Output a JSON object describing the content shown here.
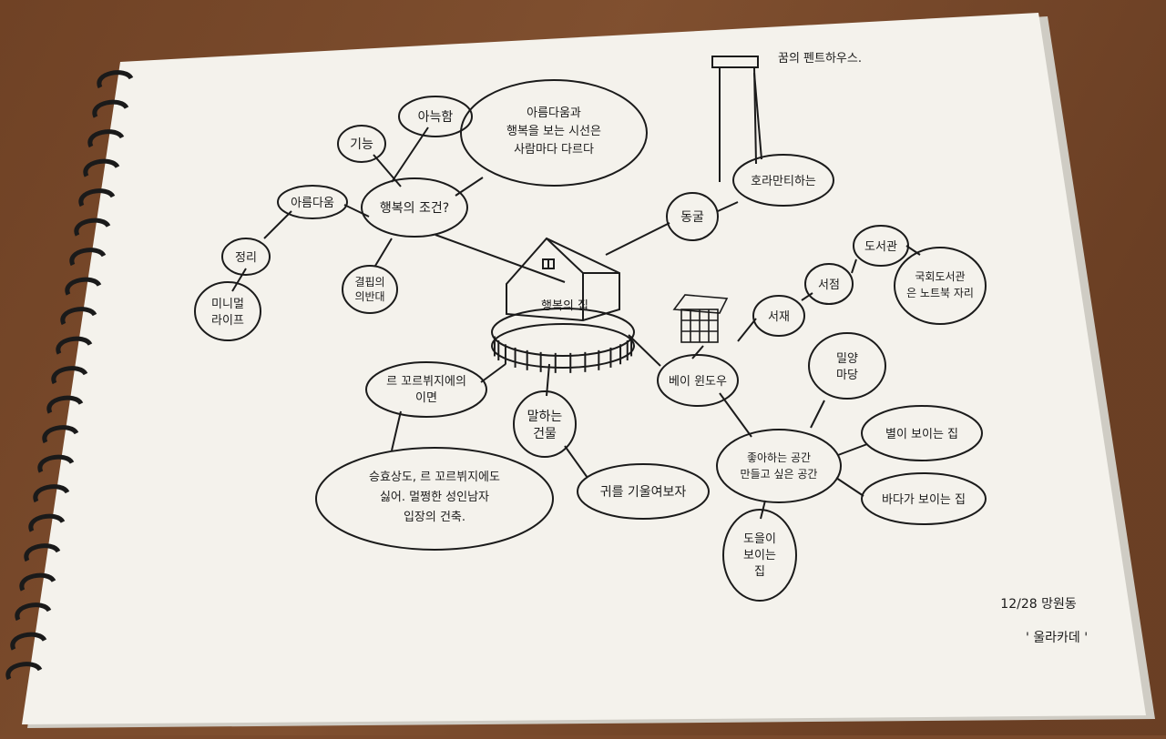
{
  "scene": {
    "table_color": "#7a4a2c",
    "paper_color": "#f4f2ec",
    "ink_color": "#1b1b1b",
    "spiral_color": "#1a1a1a"
  },
  "mindmap": {
    "center": "행복의 집",
    "nodes": {
      "happiness": "행복의 조건?",
      "comfort": "아늑함",
      "function": "기능",
      "beauty": "아름다움",
      "beauty_note_1": "아름다움과",
      "beauty_note_2": "행복을 보는 시선은",
      "beauty_note_3": "사람마다 다르다",
      "organize": "정리",
      "minimal_1": "미니멀",
      "minimal_2": "라이프",
      "clutter_1": "결핍의",
      "clutter_2": "의반대",
      "fairytale": "동굴",
      "penthouse_top": "꿈의 펜트하우스.",
      "penthouse": "호라만티하는",
      "building_1": "말하는",
      "building_2": "건물",
      "listen": "귀를 기울여보자",
      "corbusier_1": "르 꼬르뷔지에의",
      "corbusier_2": "이면",
      "corbusier_note_1": "승효상도, 르 꼬르뷔지에도",
      "corbusier_note_2": "싫어. 멀쩡한 성인남자",
      "corbusier_note_3": "입장의 건축.",
      "bay_window": "베이 윈도우",
      "study": "서재",
      "bookstore": "서점",
      "library": "도서관",
      "national_library_1": "국회도서관",
      "national_library_2": "은 노트북 자리",
      "yard_1": "밀양",
      "yard_2": "마당",
      "favorite_1": "좋아하는 공간",
      "favorite_2": "만들고 싶은 공간",
      "stars": "별이 보이는 집",
      "sea": "바다가 보이는 집",
      "mountain_1": "도을이",
      "mountain_2": "보이는",
      "mountain_3": "집"
    },
    "date_1": "12/28 망원동",
    "date_2": "' 울라카데 '"
  }
}
